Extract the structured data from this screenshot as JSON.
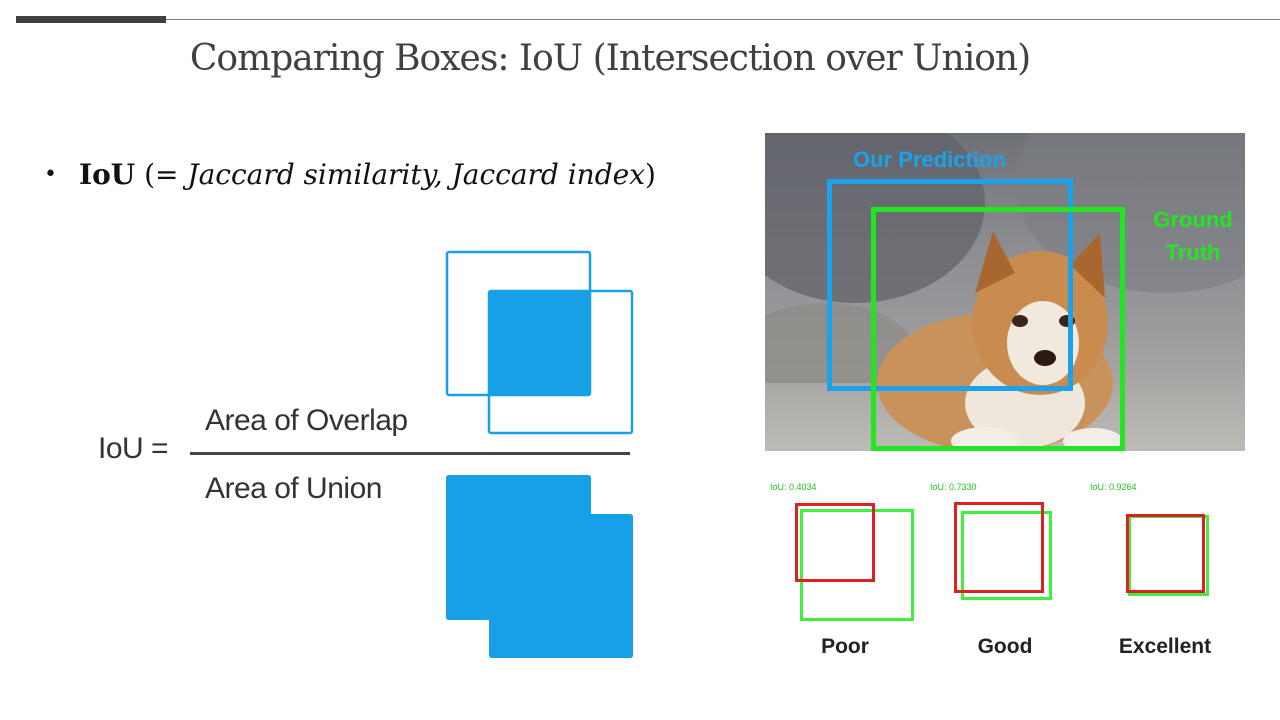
{
  "slide": {
    "title": "Comparing Boxes: IoU (Intersection over Union)",
    "bullet": {
      "term": "IoU",
      "open": " (",
      "aside": "= Jaccard similarity, Jaccard index",
      "close": ")"
    }
  },
  "formula": {
    "lhs": "IoU =",
    "numerator": "Area of Overlap",
    "denominator": "Area of Union",
    "shape_color": "#17a0e8"
  },
  "photo": {
    "prediction_label": "Our Prediction",
    "ground_truth_label_line1": "Ground",
    "ground_truth_label_line2": "Truth",
    "prediction_color": "#1aa3ec",
    "ground_truth_color": "#22e622"
  },
  "examples": [
    {
      "score": "IoU: 0.4034",
      "quality": "Poor"
    },
    {
      "score": "IoU: 0.7330",
      "quality": "Good"
    },
    {
      "score": "IoU: 0.9264",
      "quality": "Excellent"
    }
  ]
}
